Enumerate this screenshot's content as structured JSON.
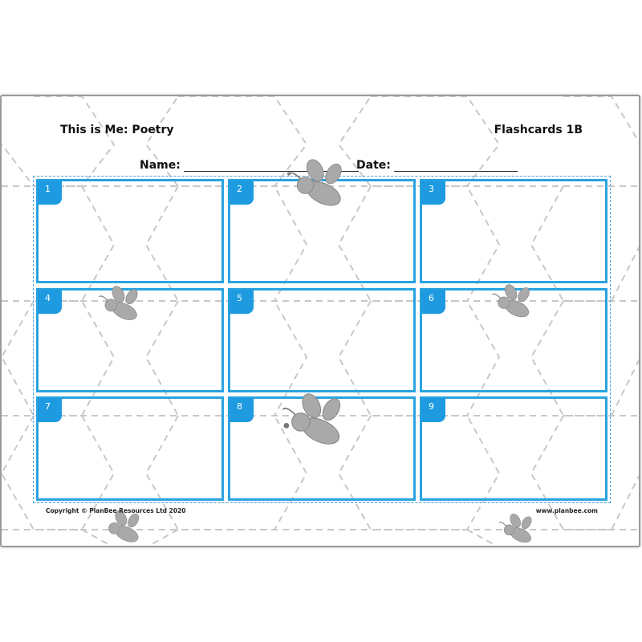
{
  "worksheet": {
    "title": "This is Me: Poetry",
    "code": "Flashcards 1B",
    "name_label": "Name:",
    "date_label": "Date:",
    "cards": [
      "1",
      "2",
      "3",
      "4",
      "5",
      "6",
      "7",
      "8",
      "9"
    ],
    "copyright": "Copyright © PlanBee Resources Ltd 2020",
    "website": "www.planbee.com"
  },
  "colors": {
    "card_border": "#29a3e0",
    "number_tab": "#1e9be0",
    "hexagon_lines": "#c8c8c8",
    "bee": "#a9a9a9"
  },
  "icons": [
    "bee-icon"
  ]
}
